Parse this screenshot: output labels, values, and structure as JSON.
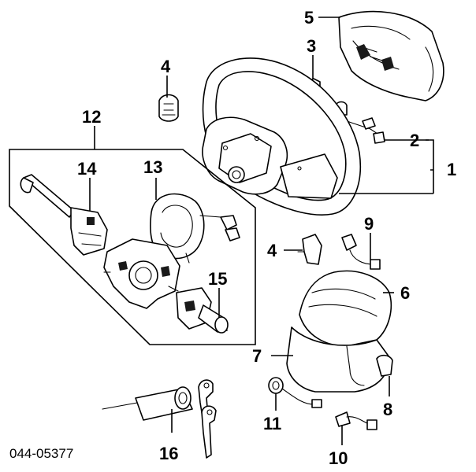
{
  "document_number": "044-05377",
  "callouts": {
    "c1": "1",
    "c2": "2",
    "c3": "3",
    "c4a": "4",
    "c4b": "4",
    "c5": "5",
    "c6": "6",
    "c7": "7",
    "c8": "8",
    "c9": "9",
    "c10": "10",
    "c11": "11",
    "c12": "12",
    "c13": "13",
    "c14": "14",
    "c15": "15",
    "c16": "16"
  }
}
